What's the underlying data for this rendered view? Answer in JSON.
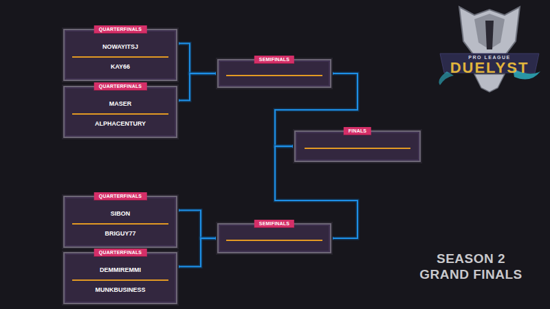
{
  "diagram": {
    "nodes": [
      {
        "text": [
          "QUARTERFINALS",
          "NOWAYITSJ",
          "KAY66"
        ]
      },
      {
        "text": [
          "QUARTERFINALS",
          "MASER",
          "ALPHACENTURY"
        ]
      },
      {
        "text": [
          "SEMIFINALS"
        ]
      },
      {
        "text": [
          "FINALS"
        ]
      },
      {
        "text": [
          "QUARTERFINALS",
          "SIBON",
          "BRIGUY77"
        ]
      },
      {
        "text": [
          "QUARTERFINALS",
          "DEMMIREMMI",
          "MUNKBUSINESS"
        ]
      },
      {
        "text": [
          "SEMIFINALS"
        ]
      }
    ],
    "edges": [
      {
        "from": 0,
        "to": 2,
        "arrow": "none"
      },
      {
        "from": 1,
        "to": 2,
        "arrow": "none"
      },
      {
        "from": 2,
        "to": 3,
        "arrow": "none"
      },
      {
        "from": 4,
        "to": 6,
        "arrow": "none"
      },
      {
        "from": 5,
        "to": 6,
        "arrow": "none"
      },
      {
        "from": 6,
        "to": 3,
        "arrow": "none"
      }
    ],
    "labels": [
      "PRO LEAGUE",
      "DUELYST",
      "SEASON 2 GRAND FINALS"
    ]
  }
}
